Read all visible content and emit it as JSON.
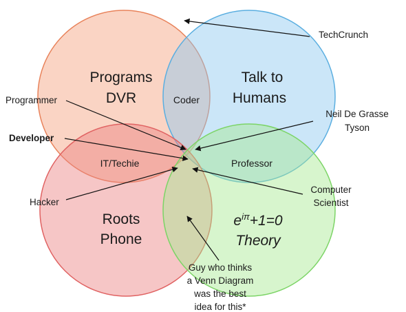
{
  "circles": [
    {
      "id": "programs-dvr",
      "color": "#f4a07c",
      "stroke": "#e8825a",
      "label_lines": [
        "Programs",
        "DVR"
      ]
    },
    {
      "id": "talk-to-humans",
      "color": "#8cc8ef",
      "stroke": "#5aaee0",
      "label_lines": [
        "Talk to",
        "Humans"
      ]
    },
    {
      "id": "roots-phone",
      "color": "#ec8080",
      "stroke": "#e06262",
      "label_lines": [
        "Roots",
        "Phone"
      ]
    },
    {
      "id": "theory",
      "color": "#a6e890",
      "stroke": "#7cd466",
      "label_lines": [
        "e",
        "iπ",
        "+1=0",
        "Theory"
      ]
    }
  ],
  "regions": {
    "coder": "Coder",
    "it_techie": "IT/Techie",
    "professor": "Professor"
  },
  "callouts": {
    "techcrunch": "TechCrunch",
    "programmer": "Programmer",
    "developer": "Developer",
    "hacker": "Hacker",
    "neil": [
      "Neil De Grasse",
      "Tyson"
    ],
    "computer_scientist": [
      "Computer",
      "Scientist"
    ],
    "guy": [
      "Guy who thinks",
      "a Venn Diagram",
      "was the best",
      "idea for this*"
    ]
  }
}
